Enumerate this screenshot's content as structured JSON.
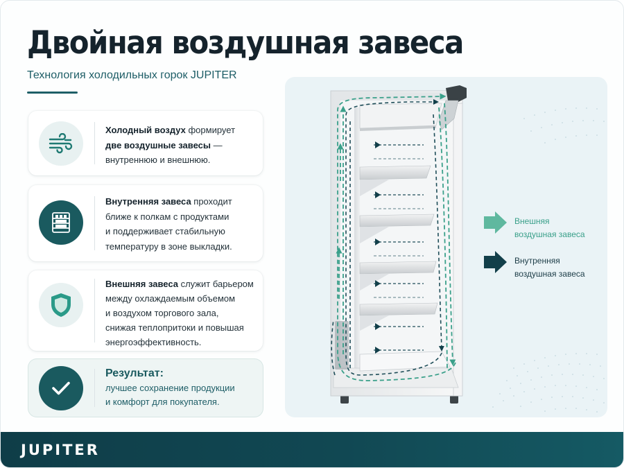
{
  "header": {
    "title": "Двойная воздушная завеса",
    "subtitle": "Технология холодильных горок JUPITER"
  },
  "cards": [
    {
      "icon": "air-flow-icon",
      "bold_1": "Холодный воздух",
      "text_1": " формирует",
      "bold_2": "две воздушные завесы",
      "text_2": " —",
      "line_3": "внутреннюю и внешнюю."
    },
    {
      "icon": "shelving-unit-icon",
      "bold_1": "Внутренняя завеса",
      "text_1": " проходит",
      "line_2": "ближе к полкам с продуктами",
      "line_3": "и поддерживает стабильную",
      "line_4": "температуру в зоне выкладки."
    },
    {
      "icon": "shield-icon",
      "bold_1": "Внешняя завеса",
      "text_1": " служит барьером",
      "line_2": "между охлаждаемым объемом",
      "line_3": "и воздухом торгового зала,",
      "line_4": "снижая теплопритоки и повышая",
      "line_5": "энергоэффективность."
    },
    {
      "icon": "checkmark-icon",
      "title": "Результат:",
      "line_1": "лучшее сохранение продукции",
      "line_2": "и комфорт для покупателя."
    }
  ],
  "legend": {
    "outer": {
      "line_1": "Внешняя",
      "line_2": "воздушная завеса",
      "color": "#5fb89f"
    },
    "inner": {
      "line_1": "Внутренняя",
      "line_2": "воздушная завеса",
      "color": "#123f4a"
    }
  },
  "footer": {
    "brand": "JUPITER"
  }
}
